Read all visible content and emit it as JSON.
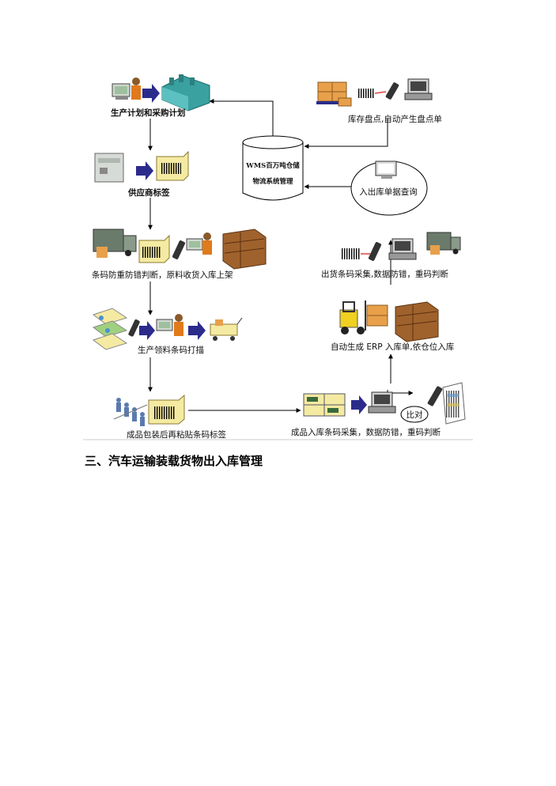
{
  "diagram": {
    "nodes": {
      "production_plan": "生产计划和采购计划",
      "supplier_label": "供应商标签",
      "barcode_check": "条码防重防错判断，原料收货入库上架",
      "production_scan": "生产领料条码打描",
      "packaging_label": "成品包装后再粘贴条码标签",
      "finished_inbound": "成品入库条码采集，数据防错，重码判断",
      "compare": "比对",
      "erp_inbound": "自动生成 ERP 入库单,依仓位入库",
      "outbound_collect": "出货条码采集,数据防错，重码判断",
      "inout_query": "入出库单据查询",
      "inventory": "库存盘点,自动产生盘点单",
      "wms_line1": "WMS百万吨仓储",
      "wms_line2": "物流系统管理"
    }
  },
  "section_heading": "三、汽车运输装载货物出入库管理",
  "colors": {
    "arrow_navy": "#2b2b8c",
    "box_yellow": "#f5eaa2",
    "warehouse_teal": "#3aa0a0",
    "truck_gray": "#6b7b6b",
    "shelf_brown": "#a0622c",
    "pallet_orange": "#e8a04a"
  }
}
